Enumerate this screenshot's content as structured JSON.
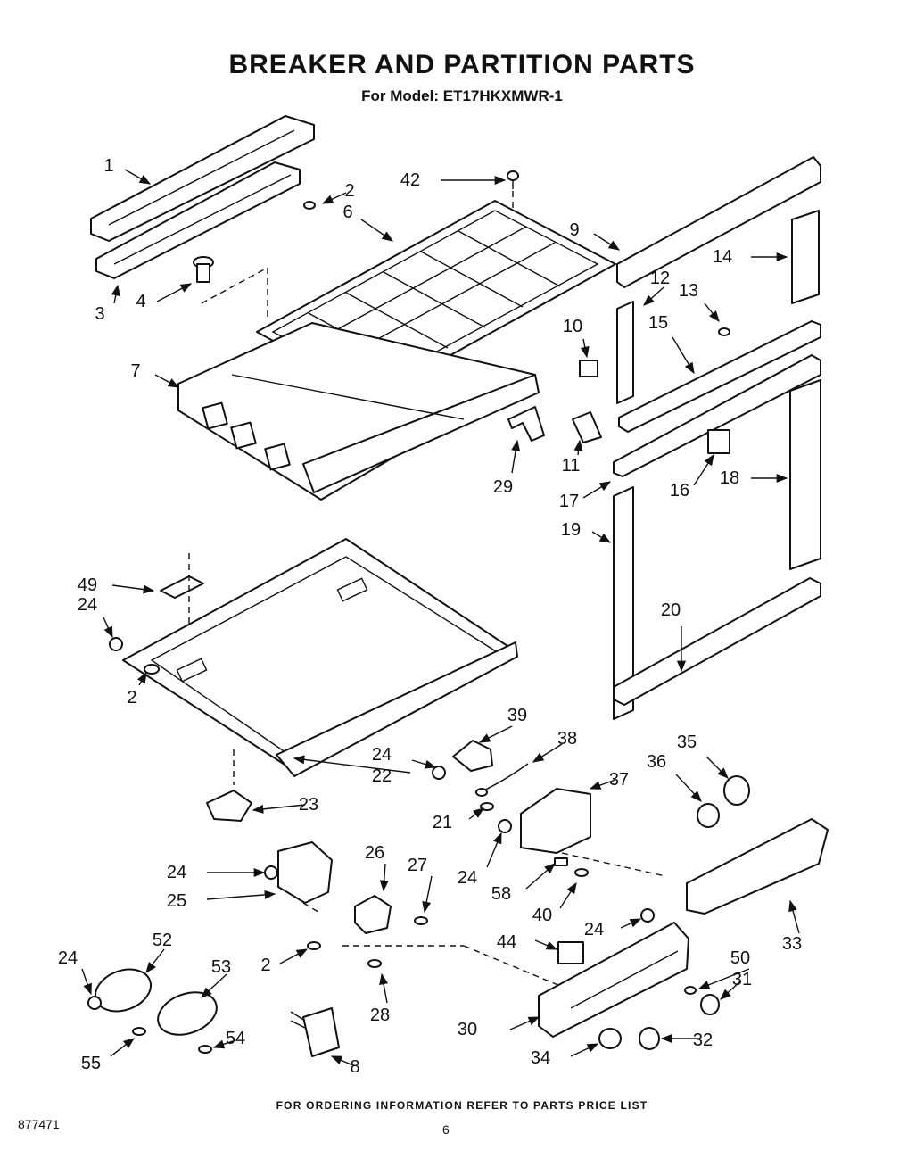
{
  "header": {
    "title": "BREAKER AND PARTITION PARTS",
    "subtitle": "For Model: ET17HKXMWR-1"
  },
  "footer": {
    "ordering_note": "FOR ORDERING INFORMATION REFER TO PARTS PRICE LIST",
    "document_number": "877471",
    "page_number": "6"
  },
  "callouts": [
    {
      "label": "1"
    },
    {
      "label": "2"
    },
    {
      "label": "3"
    },
    {
      "label": "4"
    },
    {
      "label": "6"
    },
    {
      "label": "7"
    },
    {
      "label": "42"
    },
    {
      "label": "9"
    },
    {
      "label": "14"
    },
    {
      "label": "12"
    },
    {
      "label": "13"
    },
    {
      "label": "10"
    },
    {
      "label": "15"
    },
    {
      "label": "29"
    },
    {
      "label": "11"
    },
    {
      "label": "17"
    },
    {
      "label": "16"
    },
    {
      "label": "18"
    },
    {
      "label": "19"
    },
    {
      "label": "20"
    },
    {
      "label": "49"
    },
    {
      "label": "24"
    },
    {
      "label": "2"
    },
    {
      "label": "39"
    },
    {
      "label": "38"
    },
    {
      "label": "35"
    },
    {
      "label": "36"
    },
    {
      "label": "24"
    },
    {
      "label": "22"
    },
    {
      "label": "37"
    },
    {
      "label": "23"
    },
    {
      "label": "21"
    },
    {
      "label": "24"
    },
    {
      "label": "33"
    },
    {
      "label": "26"
    },
    {
      "label": "27"
    },
    {
      "label": "24"
    },
    {
      "label": "25"
    },
    {
      "label": "58"
    },
    {
      "label": "40"
    },
    {
      "label": "24"
    },
    {
      "label": "44"
    },
    {
      "label": "2"
    },
    {
      "label": "50"
    },
    {
      "label": "31"
    },
    {
      "label": "52"
    },
    {
      "label": "53"
    },
    {
      "label": "24"
    },
    {
      "label": "28"
    },
    {
      "label": "30"
    },
    {
      "label": "32"
    },
    {
      "label": "34"
    },
    {
      "label": "55"
    },
    {
      "label": "54"
    },
    {
      "label": "8"
    }
  ]
}
